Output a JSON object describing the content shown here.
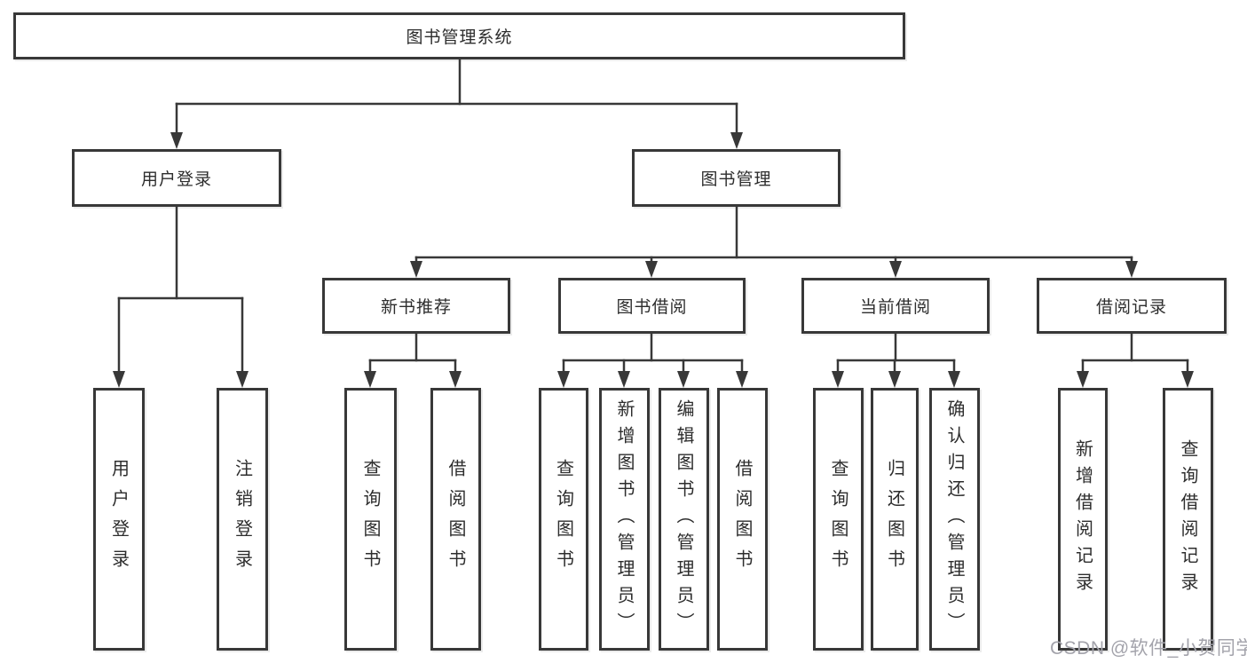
{
  "diagram": {
    "root": {
      "label": "图书管理系统"
    },
    "branches": [
      {
        "label": "用户登录",
        "children": [
          "用户登录",
          "注销登录"
        ]
      },
      {
        "label": "图书管理",
        "sections": [
          {
            "label": "新书推荐",
            "children": [
              "查询图书",
              "借阅图书"
            ]
          },
          {
            "label": "图书借阅",
            "children": [
              "查询图书",
              "新增图书（管理员）",
              "编辑图书（管理员）",
              "借阅图书"
            ]
          },
          {
            "label": "当前借阅",
            "children": [
              "查询图书",
              "归还图书",
              "确认归还（管理员）"
            ]
          },
          {
            "label": "借阅记录",
            "children": [
              "新增借阅记录",
              "查询借阅记录"
            ]
          }
        ]
      }
    ]
  },
  "watermark": "CSDN @软件_小贺同学",
  "colors": {
    "line": "#383838",
    "text": "#2d2d2d",
    "box-bg": "#ffffff",
    "page-bg": "#ffffff",
    "watermark": "#a3a3ab"
  }
}
